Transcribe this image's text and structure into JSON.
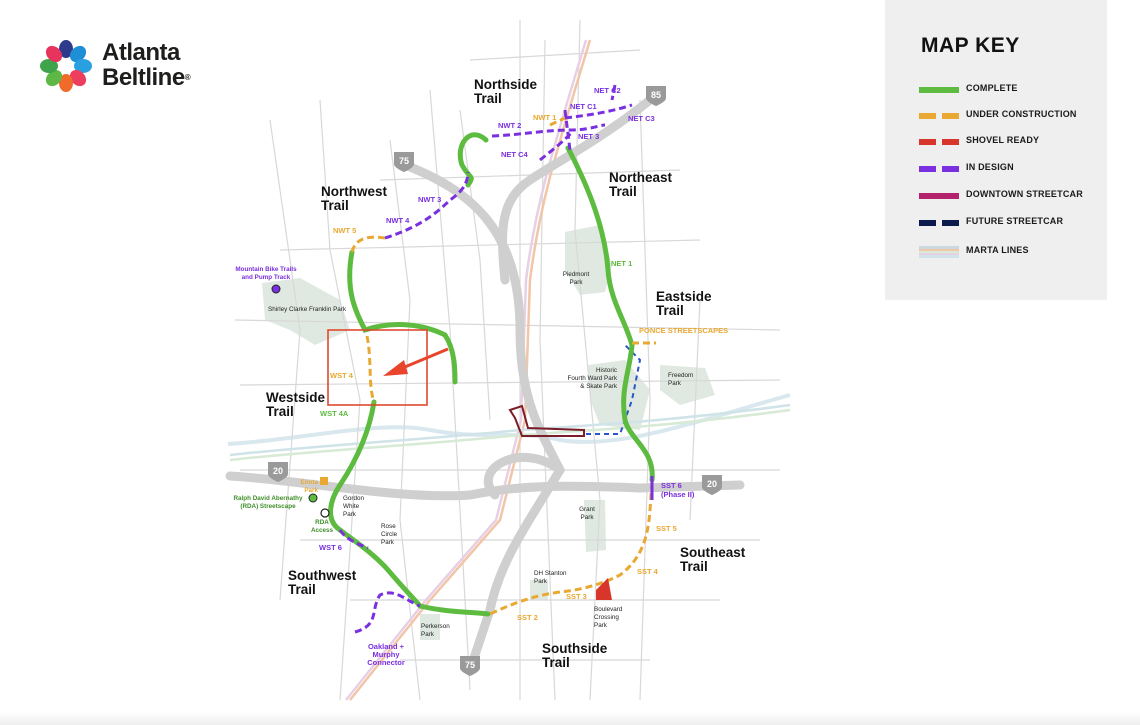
{
  "brand": {
    "line1": "Atlanta",
    "line2": "Beltline",
    "reg": "®"
  },
  "map_key": {
    "title": "MAP KEY",
    "items": [
      {
        "label": "COMPLETE",
        "color": "#5dbb3f",
        "style": "solid"
      },
      {
        "label": "UNDER CONSTRUCTION",
        "color": "#e8a831",
        "style": "dashed"
      },
      {
        "label": "SHOVEL READY",
        "color": "#d8362b",
        "style": "dashed"
      },
      {
        "label": "IN DESIGN",
        "color": "#7a2fe0",
        "style": "dashed"
      },
      {
        "label": "DOWNTOWN STREETCAR",
        "color": "#b3236b",
        "style": "solid"
      },
      {
        "label": "FUTURE STREETCAR",
        "color": "#0b1a4d",
        "style": "dashed"
      },
      {
        "label": "MARTA LINES",
        "color": "#c9d9dd",
        "style": "band"
      }
    ]
  },
  "trails": {
    "northside": [
      "Northside",
      "Trail"
    ],
    "northwest": [
      "Northwest",
      "Trail"
    ],
    "northeast": [
      "Northeast",
      "Trail"
    ],
    "eastside": [
      "Eastside",
      "Trail"
    ],
    "westside": [
      "Westside",
      "Trail"
    ],
    "southeast": [
      "Southeast",
      "Trail"
    ],
    "southwest": [
      "Southwest",
      "Trail"
    ],
    "southside": [
      "Southside",
      "Trail"
    ]
  },
  "segments": {
    "net_c2": "NET C2",
    "net_c1": "NET C1",
    "net_c3": "NET C3",
    "net_3": "NET 3",
    "net_c4": "NET C4",
    "nwt_2": "NWT 2",
    "nwt_1": "NWT 1",
    "nwt_3": "NWT 3",
    "nwt_4": "NWT 4",
    "nwt_5": "NWT 5",
    "net_1": "NET 1",
    "wst_4": "WST 4",
    "wst_4a": "WST 4A",
    "wst_6": "WST 6",
    "sst_6": [
      "SST 6",
      "(Phase II)"
    ],
    "sst_5": "SST 5",
    "sst_4": "SST 4",
    "sst_3": "SST 3",
    "sst_2": "SST 2",
    "ponce": "PONCE STREETSCAPES",
    "oakland": [
      "Oakland +",
      "Murphy",
      "Connector"
    ]
  },
  "places": {
    "mtn_bike": [
      "Mountain Bike Trails",
      "and Pump Track"
    ],
    "shirley": "Shirley Clarke Franklin Park",
    "piedmont": [
      "Piedmont",
      "Park"
    ],
    "fourth_ward": [
      "Historic",
      "Fourth Ward Park",
      "& Skate Park"
    ],
    "freedom": [
      "Freedom",
      "Park"
    ],
    "enota": [
      "Enota",
      "Park"
    ],
    "rda": [
      "Ralph David Abernathy",
      "(RDA) Streetscape"
    ],
    "gordon": [
      "Gordon",
      "White",
      "Park"
    ],
    "rda_access": [
      "RDA",
      "Access"
    ],
    "rose": [
      "Rose",
      "Circle",
      "Park"
    ],
    "grant": [
      "Grant",
      "Park"
    ],
    "dh": [
      "DH Stanton",
      "Park"
    ],
    "boulevard": [
      "Boulevard",
      "Crossing",
      "Park"
    ],
    "perkerson": [
      "Perkerson",
      "Park"
    ]
  },
  "shields": {
    "i75_top": "75",
    "i85": "85",
    "i20_left": "20",
    "i20_right": "20",
    "i75_bottom": "75"
  }
}
